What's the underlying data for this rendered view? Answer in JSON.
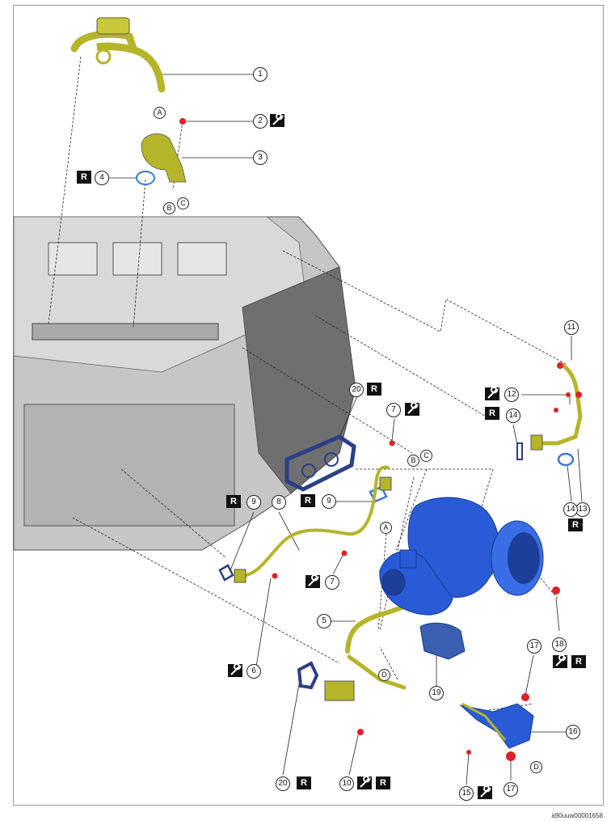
{
  "doc_code": "a90uuw00001658",
  "colors": {
    "part_yellow": "#b5b52a",
    "turbo_blue": "#2a5bd6",
    "gasket_blue": "#2b3f86",
    "bolt_red": "#e0202a",
    "engine_gray": "#bfbfbf"
  },
  "icons": {
    "replace_badge": "R",
    "torque_badge": "wrench-icon"
  },
  "callouts": [
    {
      "id": "c1",
      "num": "1"
    },
    {
      "id": "c2",
      "num": "2"
    },
    {
      "id": "c3",
      "num": "3"
    },
    {
      "id": "c4",
      "num": "4"
    },
    {
      "id": "c5",
      "num": "5"
    },
    {
      "id": "c6",
      "num": "6"
    },
    {
      "id": "c7a",
      "num": "7"
    },
    {
      "id": "c7b",
      "num": "7"
    },
    {
      "id": "c8",
      "num": "8"
    },
    {
      "id": "c9a",
      "num": "9"
    },
    {
      "id": "c9b",
      "num": "9"
    },
    {
      "id": "c10",
      "num": "10"
    },
    {
      "id": "c11",
      "num": "11"
    },
    {
      "id": "c12",
      "num": "12"
    },
    {
      "id": "c13",
      "num": "13"
    },
    {
      "id": "c14a",
      "num": "14"
    },
    {
      "id": "c14b",
      "num": "14"
    },
    {
      "id": "c15",
      "num": "15"
    },
    {
      "id": "c16",
      "num": "16"
    },
    {
      "id": "c17a",
      "num": "17"
    },
    {
      "id": "c17b",
      "num": "17"
    },
    {
      "id": "c18",
      "num": "18"
    },
    {
      "id": "c19",
      "num": "19"
    },
    {
      "id": "c20a",
      "num": "20"
    },
    {
      "id": "c20b",
      "num": "20"
    }
  ],
  "letters": {
    "a": "A",
    "b": "B",
    "c": "C",
    "d": "D"
  }
}
